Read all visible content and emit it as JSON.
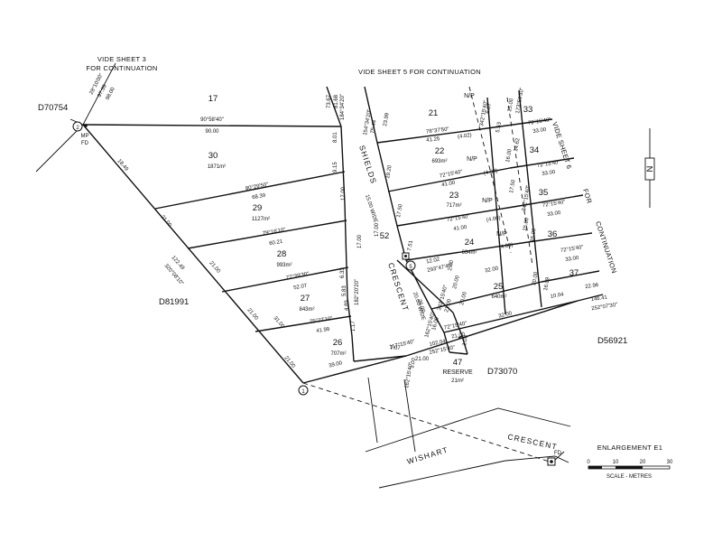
{
  "notes": {
    "vide3_l1": "VIDE SHEET 3",
    "vide3_l2": "FOR CONTINUATION",
    "vide5": "VIDE SHEET 5 FOR CONTINUATION",
    "vide6": "VIDE SHEET 6",
    "for": "FOR",
    "continuation": "CONTINUATION"
  },
  "plans": {
    "d70754": "D70754",
    "d81991": "D81991",
    "d56921": "D56921",
    "d73070": "D73070"
  },
  "marks": {
    "c1": "1",
    "c2": "2",
    "c5": "5",
    "mp": "MP",
    "fd": "FD",
    "fd2": "FD"
  },
  "streets": {
    "shields": "SHIELDS",
    "crescent": "CRESCENT",
    "width": "15.00 WIDE",
    "wishart": "WISHART",
    "crescent2": "CRESCENT",
    "width2": "20.00 WIDE"
  },
  "lots": {
    "l17": "17",
    "l21": "21",
    "l22": "22",
    "l23": "23",
    "l24": "24",
    "l25": "25",
    "l26": "26",
    "l27": "27",
    "l28": "28",
    "l29": "29",
    "l30": "30",
    "l33": "33",
    "l34": "34",
    "l35": "35",
    "l36": "36",
    "l37": "37",
    "l47": "47",
    "l52": "52"
  },
  "areas": {
    "a30": "1871m²",
    "a29": "1127m²",
    "a28": "993m²",
    "a27": "843m²",
    "a26": "707m²",
    "a22": "693m²",
    "a23": "717m²",
    "a24": "664m²",
    "a25": "640m²",
    "a47": "21m²"
  },
  "reserve": "RESERVE",
  "np": [
    "N/P",
    "N/P",
    "N/P",
    "N/P"
  ],
  "dims": {
    "b17": "90°58'40\"",
    "d17": "90.00",
    "b30": "80°29'50\"",
    "d30": "68.39",
    "b29": "79°16'10\"",
    "d29": "60.21",
    "b28": "77°39'30\"",
    "d28": "52.07",
    "b27": "75°27'10\"",
    "d27": "41.99",
    "d26": "39.00",
    "w1": "18.49",
    "w2": "21.00",
    "w3": "21.00",
    "w4": "21.00",
    "w5": "21.00",
    "wb": "320°08'10\"",
    "wl": "122.49",
    "t1": "28°10'00\"",
    "t2": "97.39",
    "t3": "98.00",
    "e1": "73.67",
    "e2": "81.68",
    "e3": "184°34'20\"",
    "e4": "8.01",
    "e5": "9.15",
    "e6": "17.00",
    "e7": "17.00",
    "e8": "17.00",
    "e9": "6.33",
    "e10": "5.83",
    "e11": "4.89",
    "e12": "182°20'20\"",
    "e13": "1.17",
    "f1": "154°34'20\"",
    "f2": "75.44",
    "f3": "23.99",
    "b21": "78°37'50\"",
    "d21": "41.25",
    "d21b": "(4.02)",
    "b22": "72°15'40\"",
    "d22": "41.00",
    "d22b": "(4.00)",
    "b23": "72°15'40\"",
    "d23": "41.00",
    "d23b": "(4.00)",
    "b24a": "12.02",
    "b24b": "293°47'40\"",
    "d24": "32.00",
    "d24b": "(4.00)",
    "b25": "72°15'40\"",
    "d25": "21.00",
    "d25b": "32.00",
    "b33": "72°15'40\"",
    "d33": "33.00",
    "b34": "72°15'40\"",
    "d34": "33.00",
    "b35": "72°15'40\"",
    "d35": "33.00",
    "b36": "72°15'40\"",
    "d36": "33.00",
    "d37a": "22.96",
    "d37b": "146.41",
    "d37c": "252°07'30\"",
    "c1": "19.20",
    "c2": "17.50",
    "c3": "7.51",
    "c4": "20.00",
    "c5": "26.00",
    "c6": "342°15'40\"",
    "c7": "21.00",
    "c8": "16.00",
    "c9": "162°15'40\"",
    "n1": "5.53",
    "n2": "14.62",
    "n3": "16.00",
    "n4": "17.50",
    "n5": "16.00",
    "n6": "342°15'40\"",
    "n7": "15.00",
    "n8": "20.00",
    "n9": "16.09",
    "n10": "10.04",
    "top1": "342°15'40\"",
    "top2": "6.07",
    "top3": "15.00",
    "top4": "173°56'30\"",
    "s1": "117°15'40\"",
    "s2": "7.07",
    "s3": "102.04",
    "s4": "252°15'40\"",
    "s5": "21.00",
    "s6": "1.00",
    "s7": "162°15'40\"",
    "s8": "1.00",
    "s9": "2.00",
    "s10": "31.00",
    "s11": "20.00"
  },
  "enlargement": {
    "title": "ENLARGEMENT E1",
    "ticks": [
      "0",
      "10",
      "20",
      "30"
    ],
    "label": "SCALE - METRES"
  },
  "north": "N"
}
